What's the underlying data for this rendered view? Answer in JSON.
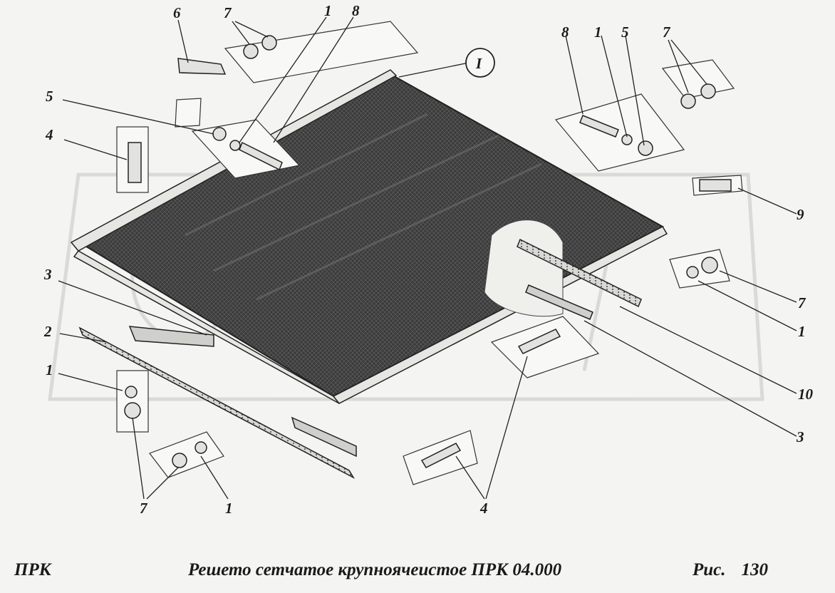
{
  "diagram": {
    "callouts": {
      "c6": "6",
      "c7a": "7",
      "c1a": "1",
      "c8a": "8",
      "c5a": "5",
      "c4a": "4",
      "cI": "I",
      "c8b": "8",
      "c1b": "1",
      "c5b": "5",
      "c7b": "7",
      "c9": "9",
      "c7c": "7",
      "c1c": "1",
      "c10": "10",
      "c3b": "3",
      "c3a": "3",
      "c2": "2",
      "c1d": "1",
      "c7d": "7",
      "c1e": "1",
      "c4b": "4"
    }
  },
  "caption": {
    "left": "ПРК",
    "title": "Решето сетчатое крупноячеистое ПРК 04.000",
    "fig_label": "Рис.",
    "fig_number": "130"
  }
}
